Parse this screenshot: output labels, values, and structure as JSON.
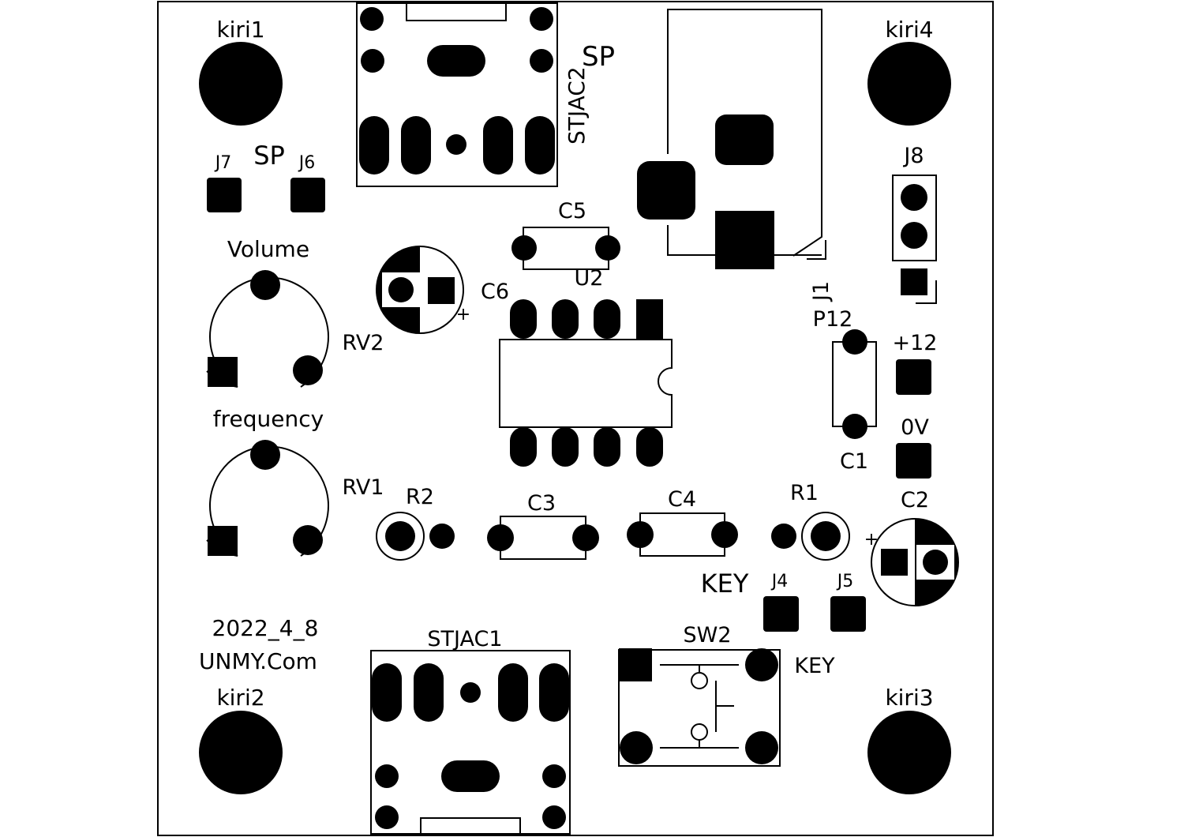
{
  "colors": {
    "ink": "#000000",
    "paper": "#ffffff"
  },
  "labels": {
    "kiri1": "kiri1",
    "kiri2": "kiri2",
    "kiri3": "kiri3",
    "kiri4": "kiri4",
    "j7": "J7",
    "j6": "J6",
    "sp_left": "SP",
    "volume": "Volume",
    "rv2": "RV2",
    "frequency": "frequency",
    "rv1": "RV1",
    "r2": "R2",
    "c3": "C3",
    "c4": "C4",
    "r1": "R1",
    "c2": "C2",
    "c5": "C5",
    "c6": "C6",
    "u2": "U2",
    "stjac2": "STJAC2",
    "sp_top": "SP",
    "j8": "J8",
    "j1": "J1",
    "p12": "P12",
    "plus12": "+12",
    "zero_v": "0V",
    "c1": "C1",
    "key_left": "KEY",
    "j4": "J4",
    "j5": "J5",
    "sw2": "SW2",
    "key_right": "KEY",
    "stjac1": "STJAC1",
    "date": "2022_4_8",
    "brand": "UNMY.Com",
    "plus_c6": "+",
    "plus_c2": "+"
  }
}
